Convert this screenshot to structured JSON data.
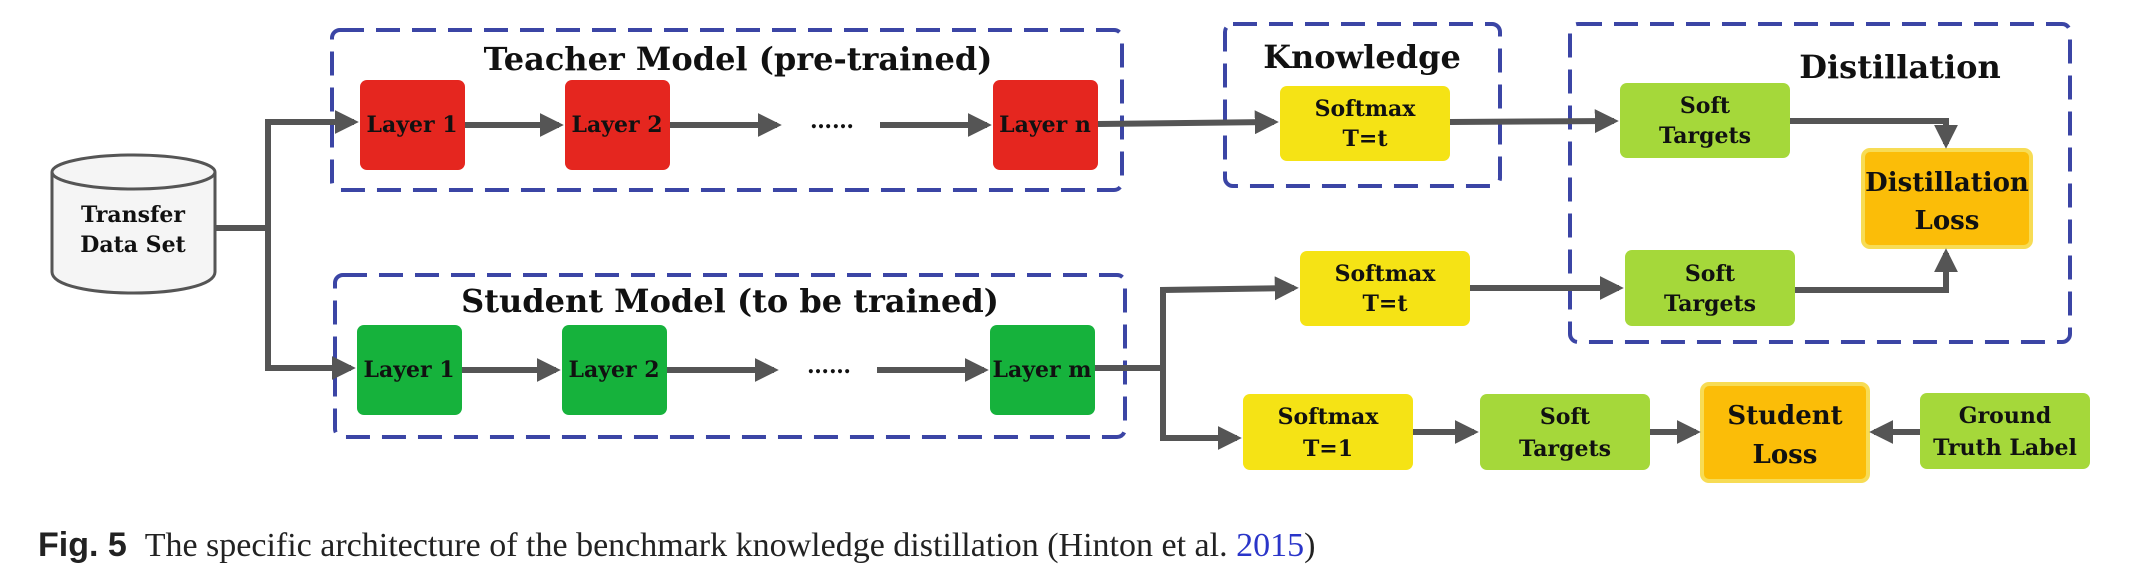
{
  "colors": {
    "frame": "#3b45a5",
    "arrow": "#555555",
    "red": "#e5261f",
    "green": "#16b23c",
    "yellow": "#f5e315",
    "lightgreen": "#a5d83a",
    "orange": "#fbbd08",
    "db": "#f5f5f5"
  },
  "data_set": {
    "line1": "Transfer",
    "line2": "Data Set"
  },
  "teacher": {
    "title": "Teacher Model (pre-trained)",
    "layers": [
      "Layer 1",
      "Layer 2",
      "Layer n"
    ],
    "ellipsis": "……"
  },
  "student": {
    "title": "Student Model (to be trained)",
    "layers": [
      "Layer 1",
      "Layer 2",
      "Layer m"
    ],
    "ellipsis": "……"
  },
  "knowledge": {
    "title": "Knowledge",
    "softmax": {
      "line1": "Softmax",
      "line2": "T=t"
    }
  },
  "distillation": {
    "title": "Distillation",
    "soft_top": {
      "line1": "Soft",
      "line2": "Targets"
    },
    "soft_bottom": {
      "line1": "Soft",
      "line2": "Targets"
    },
    "loss": {
      "line1": "Distillation",
      "line2": "Loss"
    }
  },
  "student_branch": {
    "softmax_t": {
      "line1": "Softmax",
      "line2": "T=t"
    },
    "softmax_1": {
      "line1": "Softmax",
      "line2": "T=1"
    },
    "soft": {
      "line1": "Soft",
      "line2": "Targets"
    },
    "loss": {
      "line1": "Student",
      "line2": "Loss"
    },
    "ground_truth": {
      "line1": "Ground",
      "line2": "Truth Label"
    }
  },
  "caption": {
    "label": "Fig. 5",
    "text": "The specific architecture of the benchmark knowledge distillation (Hinton et al. ",
    "year": "2015",
    "close": ")"
  }
}
